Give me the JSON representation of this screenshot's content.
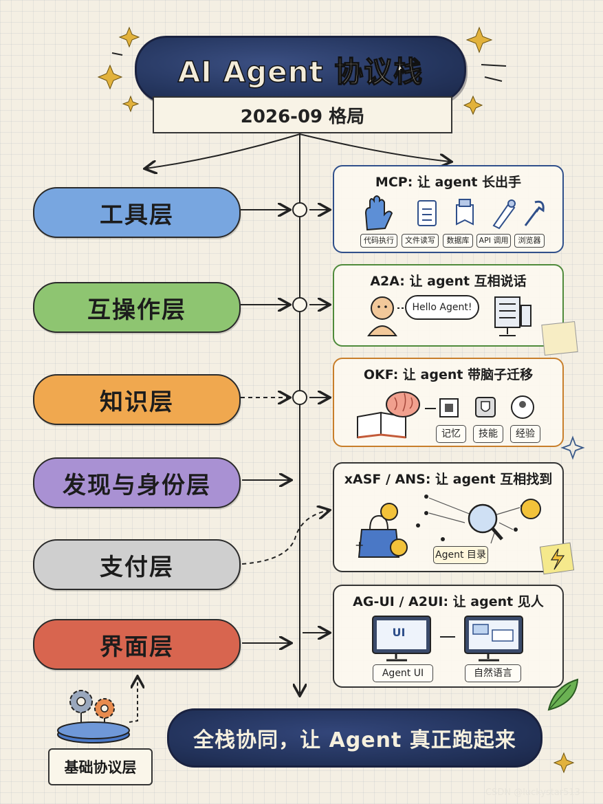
{
  "title": "AI Agent 协议栈",
  "subtitle": "2026-09 格局",
  "layers": [
    {
      "label": "工具层",
      "color": "#6f9fdc"
    },
    {
      "label": "互操作层",
      "color": "#88c36b"
    },
    {
      "label": "知识层",
      "color": "#f0a447"
    },
    {
      "label": "发现与身份层",
      "color": "#a58bd0"
    },
    {
      "label": "支付层",
      "color": "#c8c8c8"
    },
    {
      "label": "界面层",
      "color": "#d8624f"
    }
  ],
  "cards": {
    "mcp": {
      "title": "MCP: 让 agent 长出手",
      "tags": [
        "代码执行",
        "文件读写",
        "数据库",
        "API 调用",
        "浏览器"
      ]
    },
    "a2a": {
      "title": "A2A: 让 agent 互相说话",
      "bubble": "Hello Agent!"
    },
    "okf": {
      "title": "OKF: 让 agent 带脑子迁移",
      "tags": [
        "记忆",
        "技能",
        "经验"
      ]
    },
    "xasf": {
      "title": "xASF / ANS: 让 agent 互相找到",
      "tag": "Agent 目录"
    },
    "agui": {
      "title": "AG-UI / A2UI: 让 agent 见人",
      "tags": [
        "Agent UI",
        "自然语言"
      ],
      "screen_text": "UI"
    }
  },
  "footer": "全栈协同，让 Agent 真正跑起来",
  "base_layer": "基础协议层",
  "watermark": "CSDN @luckystar513~",
  "icons": [
    "hand-icon",
    "document-icon",
    "database-icon",
    "api-icon",
    "wrench-icon",
    "person-icon",
    "server-icon",
    "book-icon",
    "brain-icon",
    "chip-icon",
    "shield-icon",
    "location-icon",
    "bag-icon",
    "coin-icon",
    "magnifier-icon",
    "monitor-icon",
    "gear-icon",
    "sparkle-icon",
    "leaf-icon",
    "lightning-icon"
  ]
}
